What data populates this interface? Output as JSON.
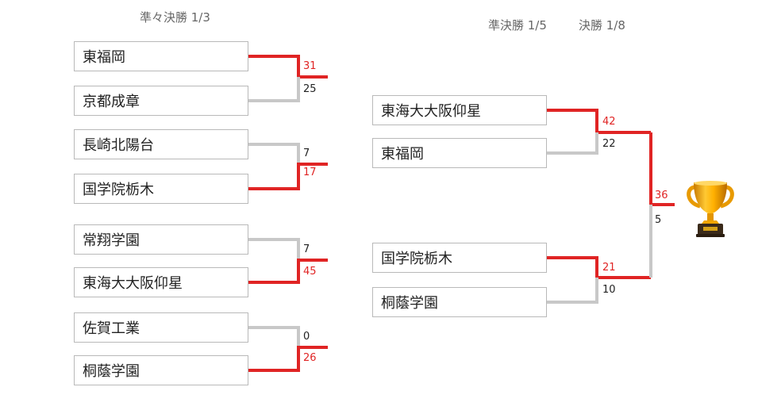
{
  "rounds": {
    "quarterfinal": "準々決勝 1/3",
    "semifinal": "準決勝 1/5",
    "final": "決勝 1/8"
  },
  "quarterfinals": [
    {
      "teams": [
        {
          "name": "東福岡",
          "score": "31",
          "winner": true
        },
        {
          "name": "京都成章",
          "score": "25",
          "winner": false
        }
      ]
    },
    {
      "teams": [
        {
          "name": "長崎北陽台",
          "score": "7",
          "winner": false
        },
        {
          "name": "国学院栃木",
          "score": "17",
          "winner": true
        }
      ]
    },
    {
      "teams": [
        {
          "name": "常翔学園",
          "score": "7",
          "winner": false
        },
        {
          "name": "東海大大阪仰星",
          "score": "45",
          "winner": true
        }
      ]
    },
    {
      "teams": [
        {
          "name": "佐賀工業",
          "score": "0",
          "winner": false
        },
        {
          "name": "桐蔭学園",
          "score": "26",
          "winner": true
        }
      ]
    }
  ],
  "semifinals": [
    {
      "teams": [
        {
          "name": "東海大大阪仰星",
          "score": "42",
          "winner": true
        },
        {
          "name": "東福岡",
          "score": "22",
          "winner": false
        }
      ]
    },
    {
      "teams": [
        {
          "name": "国学院栃木",
          "score": "21",
          "winner": true
        },
        {
          "name": "桐蔭学園",
          "score": "10",
          "winner": false
        }
      ]
    }
  ],
  "final": {
    "scores": [
      {
        "score": "36",
        "winner": true
      },
      {
        "score": "5",
        "winner": false
      }
    ]
  },
  "trophy_icon": "trophy-icon",
  "colors": {
    "winner_line": "#e02424",
    "loser_line": "#c8c8c8",
    "box_border": "#b9b9b9",
    "trophy_gold": "#f0a500"
  }
}
